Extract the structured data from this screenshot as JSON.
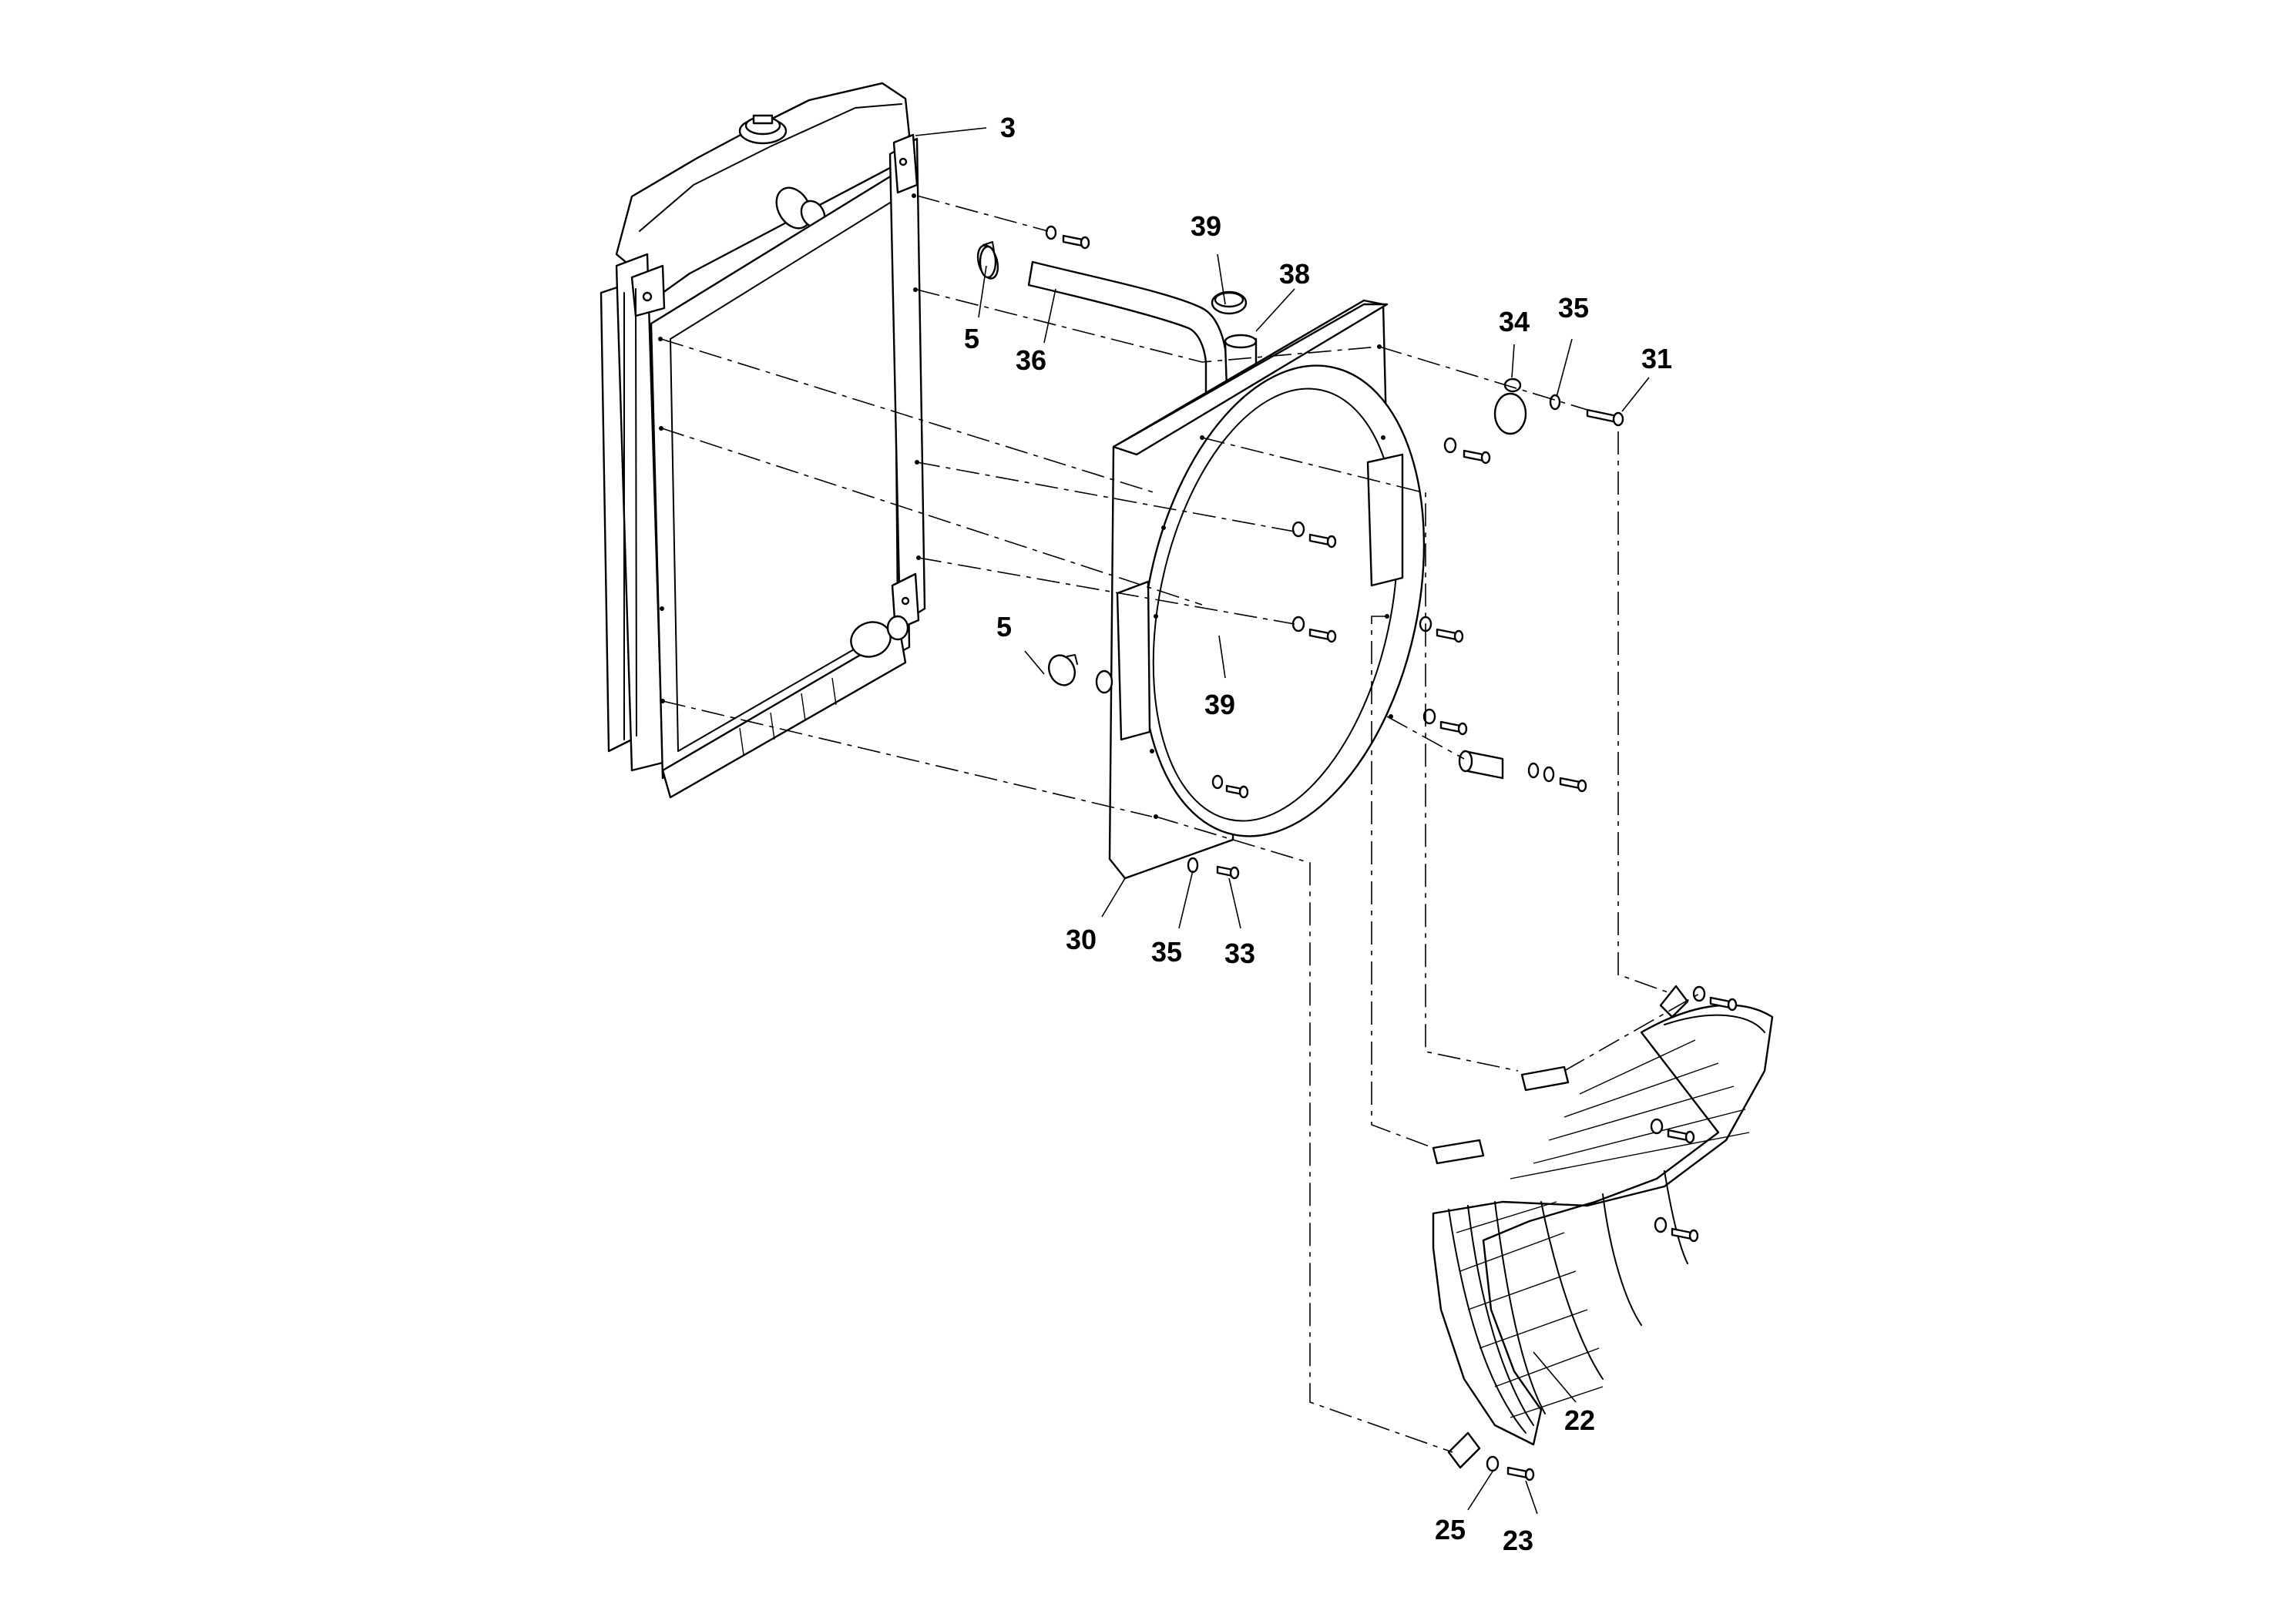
{
  "diagram": {
    "callouts": {
      "radiator": "3",
      "clamp_upper": "5",
      "hose": "36",
      "clamp_top": "39",
      "pipe": "38",
      "clip": "34",
      "washer_top": "35",
      "bolt_top": "31",
      "clamp_lower": "5",
      "clamp_mid": "39",
      "shroud": "30",
      "washer_bottom": "35",
      "bolt_bottom": "33",
      "fan_guard": "22",
      "washer_guard": "25",
      "bolt_guard": "23"
    }
  }
}
